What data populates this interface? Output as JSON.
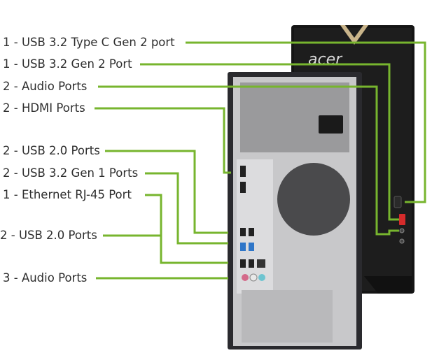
{
  "diagram": {
    "brand_logo": "acer",
    "accent_color": "#77b52e",
    "labels": [
      {
        "id": "usb-c",
        "text": "1 - USB 3.2 Type C Gen 2 port"
      },
      {
        "id": "usb32g2",
        "text": "1 - USB 3.2 Gen 2 Port"
      },
      {
        "id": "front-audio",
        "text": "2 - Audio Ports"
      },
      {
        "id": "hdmi",
        "text": "2 - HDMI Ports"
      },
      {
        "id": "usb20-a",
        "text": "2 - USB 2.0 Ports"
      },
      {
        "id": "usb32g1",
        "text": "2 - USB 3.2 Gen 1 Ports"
      },
      {
        "id": "ethernet",
        "text": "1 - Ethernet RJ-45 Port"
      },
      {
        "id": "usb20-b",
        "text": "2 - USB 2.0 Ports"
      },
      {
        "id": "rear-audio",
        "text": "3 - Audio Ports"
      }
    ]
  }
}
